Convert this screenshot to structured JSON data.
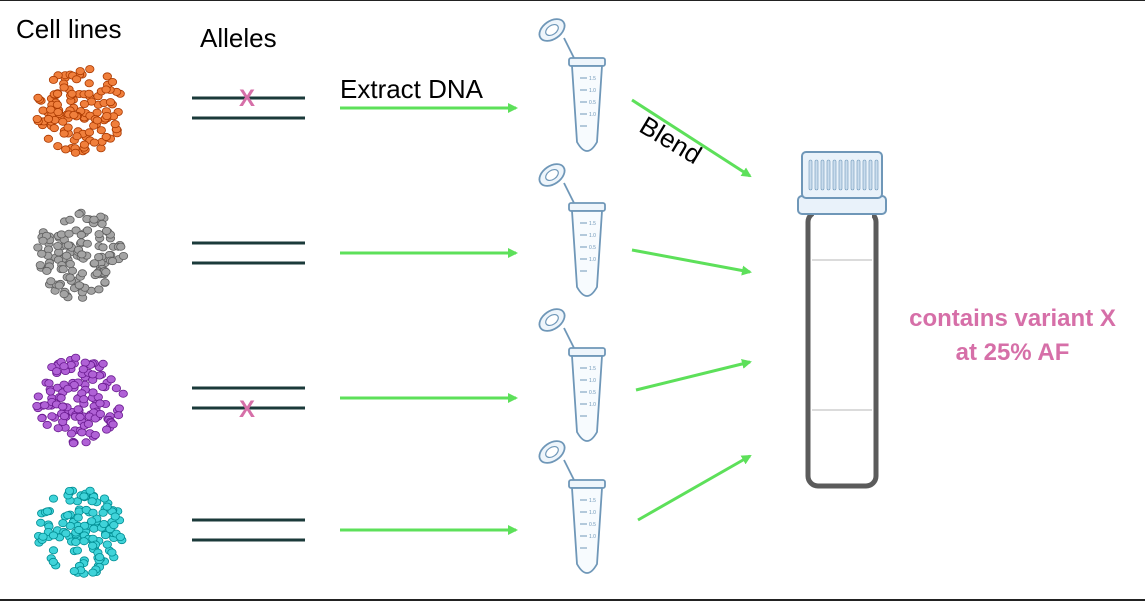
{
  "headers": {
    "cell_lines": "Cell lines",
    "alleles": "Alleles"
  },
  "steps": {
    "extract": "Extract DNA",
    "blend": "Blend"
  },
  "rows": [
    {
      "cell_color": "#f07f3c",
      "variant_allele": 0,
      "variant_mark": "X"
    },
    {
      "cell_color": "#a4a4a4",
      "variant_allele": null,
      "variant_mark": ""
    },
    {
      "cell_color": "#b061d6",
      "variant_allele": 1,
      "variant_mark": "X"
    },
    {
      "cell_color": "#3fd3d9",
      "variant_allele": null,
      "variant_mark": ""
    }
  ],
  "tube_scale_labels": [
    "1.5",
    "1.0",
    "0.5",
    "1.0"
  ],
  "result": {
    "line1": "contains variant X",
    "line2": "at 25% AF"
  },
  "colors": {
    "arrow": "#5de05a",
    "allele_line": "#1b3a3a",
    "variant": "#d66fa8",
    "tube_outline": "#6f97b8",
    "big_tube": "#555555"
  },
  "icons": [
    "cell-cluster-icon",
    "microcentrifuge-tube-icon",
    "sample-tube-icon",
    "arrow-icon"
  ]
}
